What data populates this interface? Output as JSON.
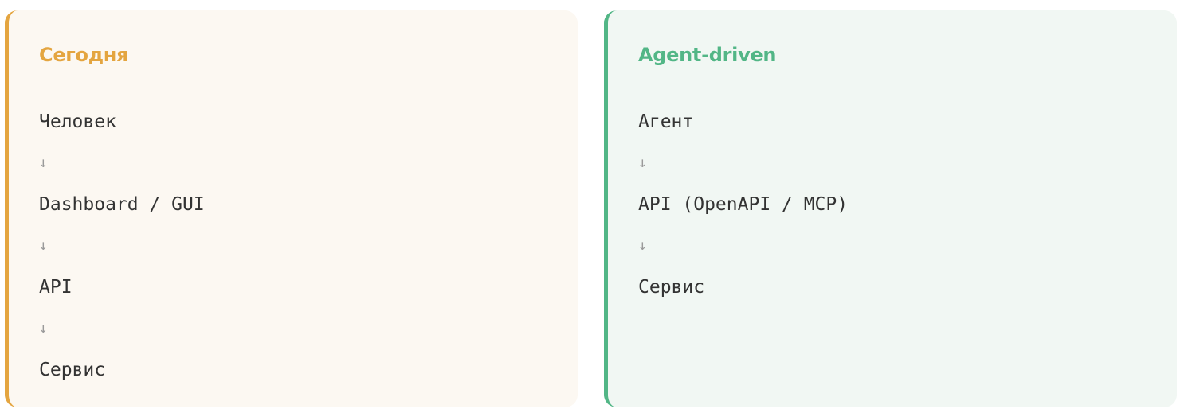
{
  "panels": [
    {
      "title": "Сегодня",
      "accent": "#e4a540",
      "background": "#fcf8f2",
      "steps": [
        "Человек",
        "Dashboard / GUI",
        "API",
        "Сервис"
      ],
      "arrow": "↓"
    },
    {
      "title": "Agent-driven",
      "accent": "#52b686",
      "background": "#f1f7f3",
      "steps": [
        "Агент",
        "API (OpenAPI / MCP)",
        "Сервис"
      ],
      "arrow": "↓"
    }
  ]
}
